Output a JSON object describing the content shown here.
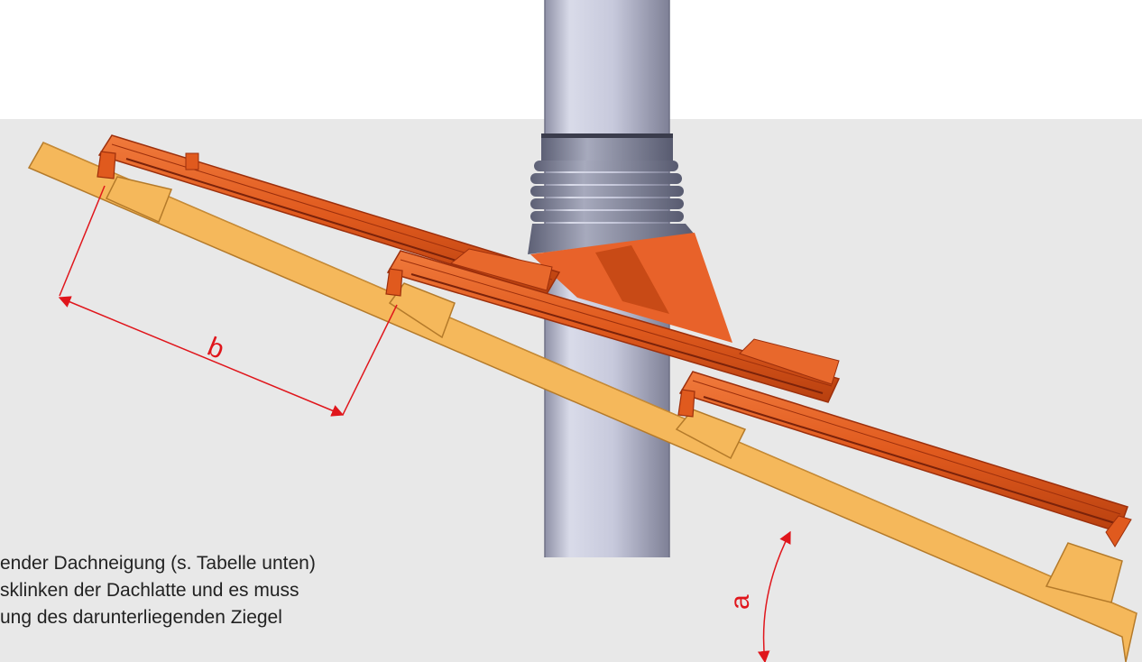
{
  "labels": {
    "b": "b",
    "a": "a"
  },
  "caption": [
    "ender Dachneigung (s. Tabelle unten)",
    "sklinken der Dachlatte und es muss",
    "ung des darunterliegenden Ziegel"
  ],
  "colors": {
    "background_panel": "#e8e8e8",
    "rafter": "#f5b85b",
    "rafter_edge": "#b47a2a",
    "tile": "#e05a1e",
    "tile_dark": "#9c2f0c",
    "pipe": "#c7c9dc",
    "pipe_shadow": "#8e90a6",
    "collar": "#8a8da3",
    "dimension": "#e0161c"
  }
}
